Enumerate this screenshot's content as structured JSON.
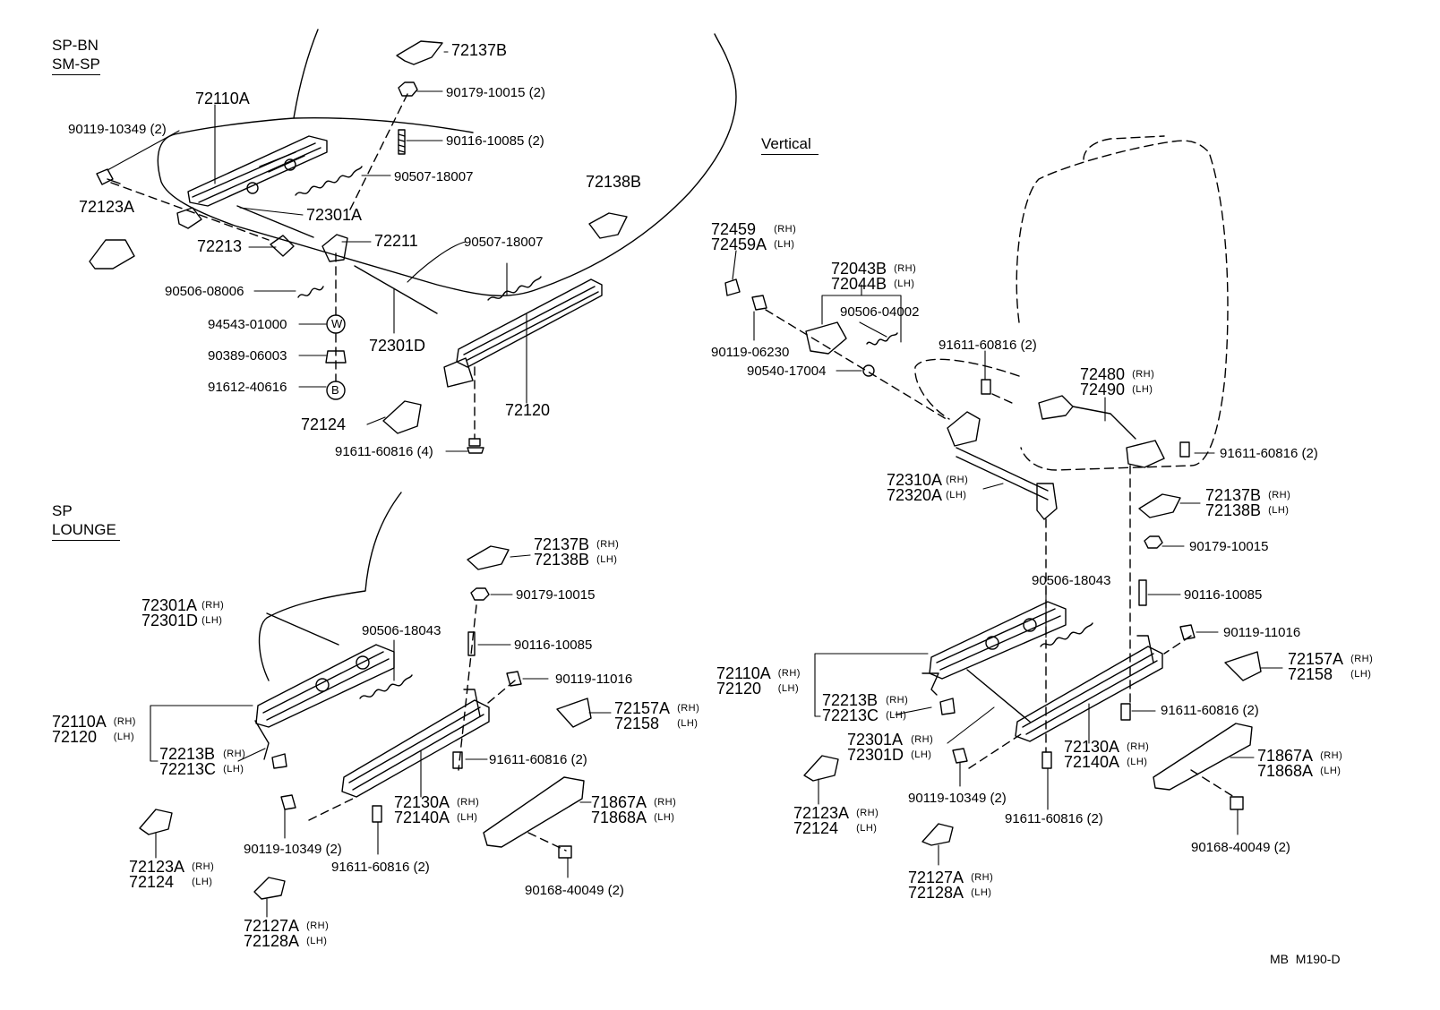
{
  "sections": {
    "sp_bn": [
      "SP-BN",
      "SM-SP"
    ],
    "vertical": "Vertical",
    "sp_lounge": [
      "SP",
      "LOUNGE"
    ]
  },
  "side_tags": {
    "rh": "(RH)",
    "lh": "(LH)"
  },
  "circle_marks": [
    "W",
    "B"
  ],
  "diagram_code": "MB  M190-D",
  "parts": {
    "a_72137B": "72137B",
    "a_90179_10015": "90179-10015 (2)",
    "a_72110A": "72110A",
    "a_90119_10349": "90119-10349 (2)",
    "a_90116_10085": "90116-10085 (2)",
    "a_90507_18007_top": "90507-18007",
    "a_72138B": "72138B",
    "a_72123A": "72123A",
    "a_72301A": "72301A",
    "a_72213": "72213",
    "a_72211": "72211",
    "a_90507_18007": "90507-18007",
    "a_90506_08006": "90506-08006",
    "a_94543_01000": "94543-01000",
    "a_72301D": "72301D",
    "a_90389_06003": "90389-06003",
    "a_91612_40616": "91612-40616",
    "a_72120": "72120",
    "a_72124": "72124",
    "a_91611_60816": "91611-60816 (4)",
    "l_72301": [
      "72301A",
      "72301D"
    ],
    "l_72137B": [
      "72137B",
      "72138B"
    ],
    "l_90179_10015": "90179-10015",
    "l_90506_18043": "90506-18043",
    "l_90116_10085": "90116-10085",
    "l_90119_11016": "90119-11016",
    "l_72110A": [
      "72110A",
      "72120"
    ],
    "l_72157A": [
      "72157A",
      "72158"
    ],
    "l_72213B": [
      "72213B",
      "72213C"
    ],
    "l_91611_60816_a": "91611-60816 (2)",
    "l_72130A": [
      "72130A",
      "72140A"
    ],
    "l_71867A": [
      "71867A",
      "71868A"
    ],
    "l_90119_10349": "90119-10349 (2)",
    "l_91611_60816_b": "91611-60816 (2)",
    "l_72123A": [
      "72123A",
      "72124"
    ],
    "l_90168_40049": "90168-40049 (2)",
    "l_72127A": [
      "72127A",
      "72128A"
    ],
    "v_72459": [
      "72459",
      "72459A"
    ],
    "v_72043B": [
      "72043B",
      "72044B"
    ],
    "v_90506_04002": "90506-04002",
    "v_90119_06230": "90119-06230",
    "v_91611_60816_top": "91611-60816 (2)",
    "v_90540_17004": "90540-17004",
    "v_72480": [
      "72480",
      "72490"
    ],
    "v_91611_60816_right": "91611-60816 (2)",
    "v_72310A": [
      "72310A",
      "72320A"
    ],
    "v_72137B": [
      "72137B",
      "72138B"
    ],
    "v_90179_10015": "90179-10015",
    "v_90506_18043": "90506-18043",
    "v_90116_10085": "90116-10085",
    "v_90119_11016": "90119-11016",
    "v_72110A": [
      "72110A",
      "72120"
    ],
    "v_72157A": [
      "72157A",
      "72158"
    ],
    "v_72213B": [
      "72213B",
      "72213C"
    ],
    "v_91611_60816_mid": "91611-60816 (2)",
    "v_72301A": [
      "72301A",
      "72301D"
    ],
    "v_72130A": [
      "72130A",
      "72140A"
    ],
    "v_71867A": [
      "71867A",
      "71868A"
    ],
    "v_90119_10349": "90119-10349 (2)",
    "v_91611_60816_bot": "91611-60816 (2)",
    "v_72123A": [
      "72123A",
      "72124"
    ],
    "v_90168_40049": "90168-40049 (2)",
    "v_72127A": [
      "72127A",
      "72128A"
    ]
  }
}
